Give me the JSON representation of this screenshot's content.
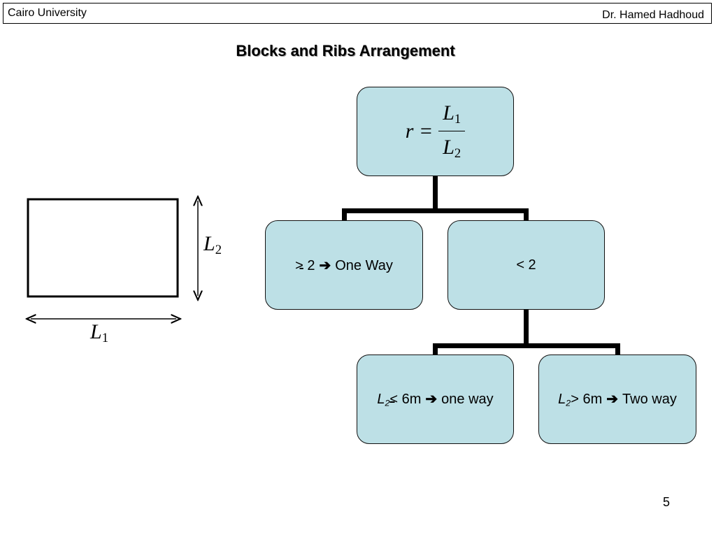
{
  "header": {
    "left_text": "Cairo University",
    "right_text": "Dr. Hamed Hadhoud"
  },
  "title": "Blocks and Ribs Arrangement",
  "sketch": {
    "width_label": "L",
    "width_subscript": "1",
    "height_label": "L",
    "height_subscript": "2"
  },
  "tree": {
    "root": {
      "lhs": "r =",
      "numerator": "L",
      "numerator_sub": "1",
      "denominator": "L",
      "denominator_sub": "2"
    },
    "left_child": {
      "op": ">",
      "value": "2",
      "arrow": "➔",
      "result": "One Way"
    },
    "right_child": {
      "text": "< 2"
    },
    "leaf_left": {
      "var": "L",
      "sub": "2",
      "op": "<",
      "value": "6m",
      "arrow": "➔",
      "result": "one way"
    },
    "leaf_right": {
      "var": "L",
      "sub": "2",
      "op": ">",
      "value": "6m",
      "arrow": "➔",
      "result": "Two way"
    }
  },
  "page_number": "5",
  "colors": {
    "node_fill": "#bde0e6",
    "node_border": "#111111",
    "connector": "#000000"
  }
}
